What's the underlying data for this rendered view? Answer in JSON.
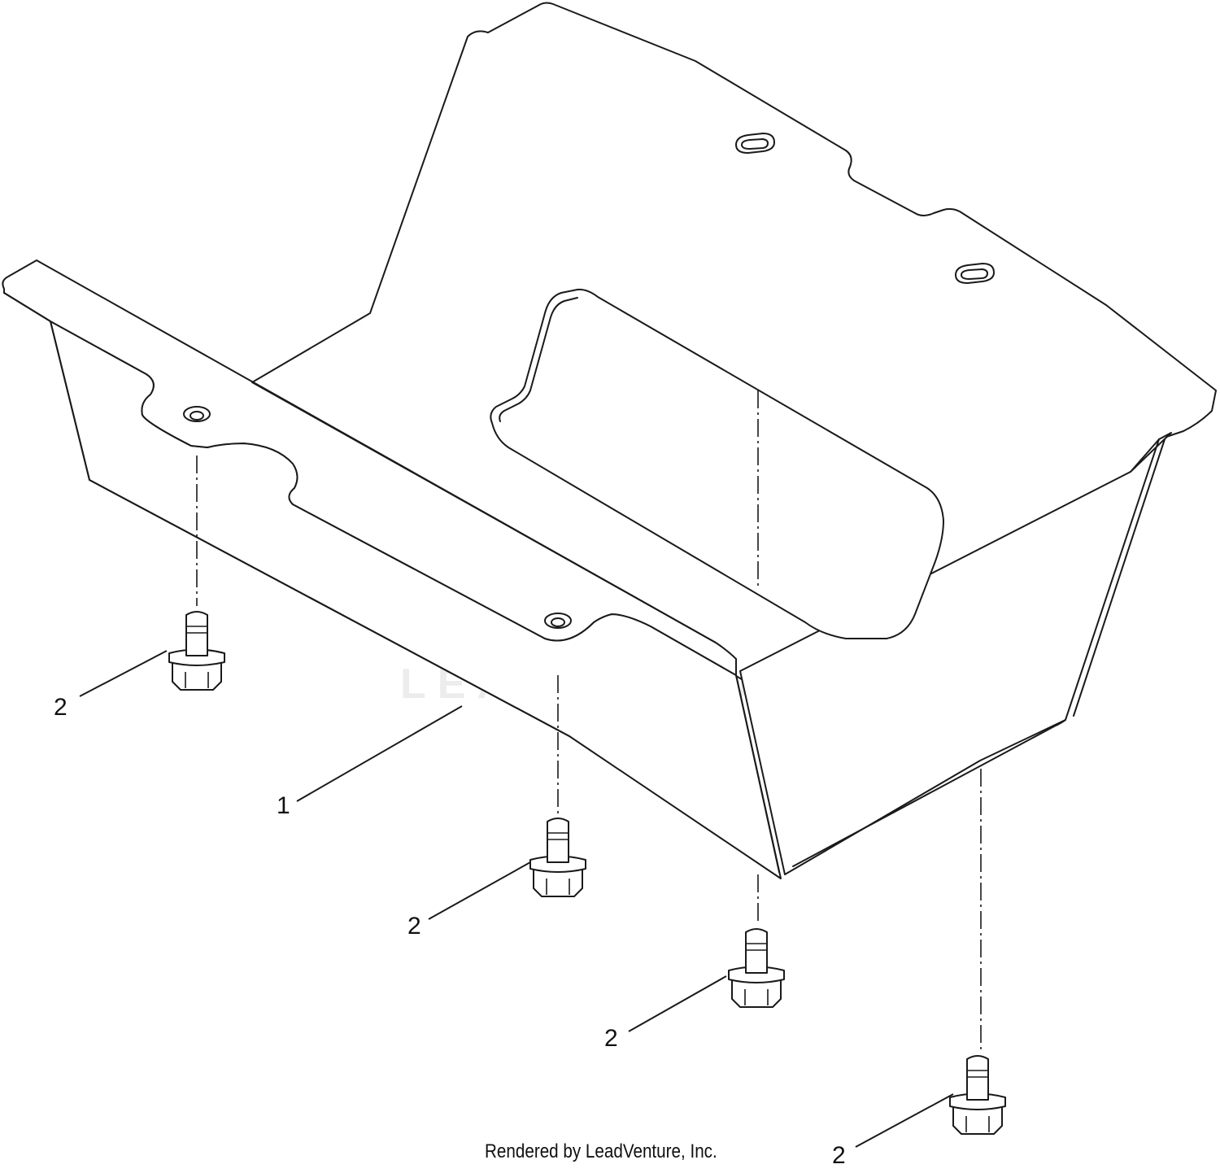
{
  "callouts": {
    "part_1": "1",
    "bolt_a": "2",
    "bolt_b": "2",
    "bolt_c": "2",
    "bolt_d": "2"
  },
  "watermark": {
    "brand_text": "LEADVENTURE",
    "icon": "flame-v-logo-icon",
    "color": "#ececec"
  },
  "footer": {
    "credit": "Rendered by LeadVenture, Inc."
  },
  "colors": {
    "line": "#1a1a1a",
    "background": "#ffffff"
  }
}
